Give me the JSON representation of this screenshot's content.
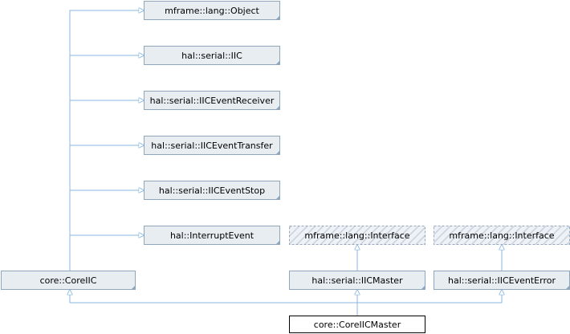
{
  "diagram": {
    "nodes": [
      {
        "id": "object",
        "label": "mframe::lang::Object",
        "style": "class"
      },
      {
        "id": "iic",
        "label": "hal::serial::IIC",
        "style": "class"
      },
      {
        "id": "receiver",
        "label": "hal::serial::IICEventReceiver",
        "style": "class"
      },
      {
        "id": "transfer",
        "label": "hal::serial::IICEventTransfer",
        "style": "class"
      },
      {
        "id": "stop",
        "label": "hal::serial::IICEventStop",
        "style": "class"
      },
      {
        "id": "interrupt",
        "label": "hal::InterruptEvent",
        "style": "class"
      },
      {
        "id": "iface1",
        "label": "mframe::lang::Interface",
        "style": "interface"
      },
      {
        "id": "iface2",
        "label": "mframe::lang::Interface",
        "style": "interface"
      },
      {
        "id": "coreiic",
        "label": "core::CoreIIC",
        "style": "class"
      },
      {
        "id": "iicmaster",
        "label": "hal::serial::IICMaster",
        "style": "class"
      },
      {
        "id": "iiceventerror",
        "label": "hal::serial::IICEventError",
        "style": "class"
      },
      {
        "id": "coreiicmaster",
        "label": "core::CoreIICMaster",
        "style": "current"
      }
    ],
    "edges": [
      {
        "from": "coreiic",
        "to": "object"
      },
      {
        "from": "coreiic",
        "to": "iic"
      },
      {
        "from": "coreiic",
        "to": "receiver"
      },
      {
        "from": "coreiic",
        "to": "transfer"
      },
      {
        "from": "coreiic",
        "to": "stop"
      },
      {
        "from": "coreiic",
        "to": "interrupt"
      },
      {
        "from": "iicmaster",
        "to": "iface1"
      },
      {
        "from": "iiceventerror",
        "to": "iface2"
      },
      {
        "from": "coreiicmaster",
        "to": "coreiic"
      },
      {
        "from": "coreiicmaster",
        "to": "iicmaster"
      },
      {
        "from": "coreiicmaster",
        "to": "iiceventerror"
      }
    ],
    "colors": {
      "class_fill": "#e8edf2",
      "class_border": "#8fa6bf",
      "current_fill": "#ffffff",
      "current_border": "#000000",
      "interface_fill": "#eef1f6",
      "interface_hatch": "#c8d2dd",
      "interface_border": "#97a9bd",
      "edge": "#88b7e0"
    }
  }
}
